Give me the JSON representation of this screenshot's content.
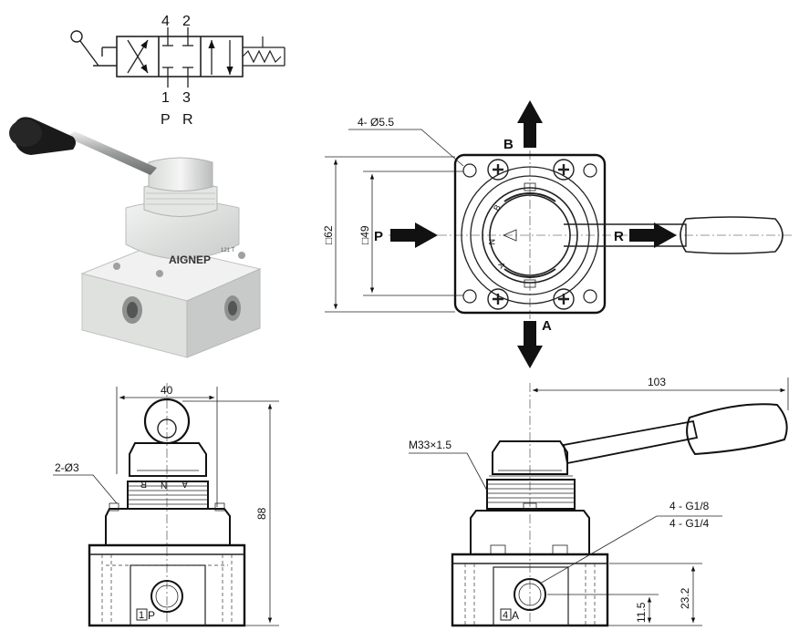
{
  "symbol": {
    "ports_top": [
      "4",
      "2"
    ],
    "ports_bottom": [
      "1",
      "3"
    ],
    "letters_bottom": [
      "P",
      "R"
    ]
  },
  "product": {
    "brand": "AIGNEP",
    "model_mark": "121 T"
  },
  "top_view": {
    "mount_holes": "4- Ø5.5",
    "square_outer": "□62",
    "square_inner": "□49",
    "arrow_b": "B",
    "arrow_a": "A",
    "arrow_p": "P",
    "arrow_r": "R",
    "dial_marks": [
      "B",
      "N",
      "A"
    ]
  },
  "front_view": {
    "width": "40",
    "holes": "2-Ø3",
    "height": "88",
    "body_marks": [
      "A",
      "N",
      "R"
    ],
    "port_tag_num": "1",
    "port_tag_letter": "P"
  },
  "side_view": {
    "lever_reach": "103",
    "thread": "M33×1.5",
    "port_size_1": "4 - G1/8",
    "port_size_2": "4 - G1/4",
    "dim_port_height": "11.5",
    "dim_body_height": "23.2",
    "port_tag_num": "4",
    "port_tag_letter": "A"
  },
  "colors": {
    "line": "#111111",
    "body_light": "#e6e8e6",
    "handle": "#1a1a1a"
  }
}
